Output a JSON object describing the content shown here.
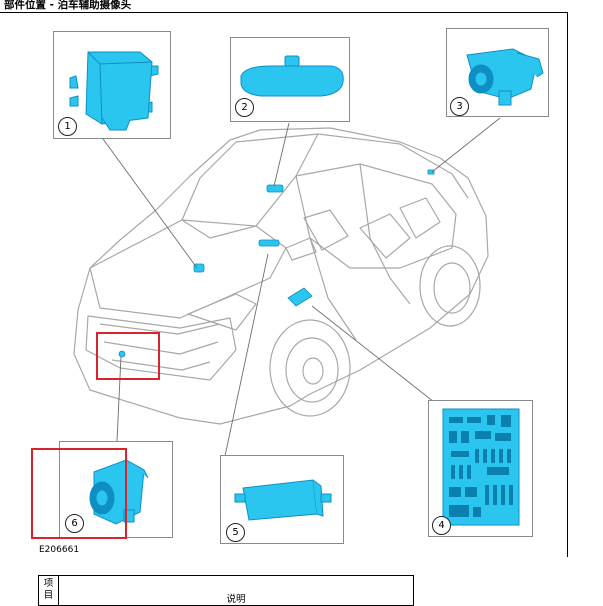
{
  "page": {
    "title": "部件位置 - 泊车辅助摄像头",
    "figure_id": "E206661"
  },
  "callouts": [
    {
      "number": "1",
      "component": "module-box"
    },
    {
      "number": "2",
      "component": "rearview-mirror"
    },
    {
      "number": "3",
      "component": "rear-camera"
    },
    {
      "number": "4",
      "component": "fuse-junction-box"
    },
    {
      "number": "5",
      "component": "bracket-module"
    },
    {
      "number": "6",
      "component": "front-camera",
      "highlighted": true
    }
  ],
  "colors": {
    "part_fill": "#2bc6ef",
    "part_dark": "#0e8fc4",
    "highlight": "#d9232e",
    "car_line": "#9a9a9a"
  },
  "table": {
    "col1_header": "项目",
    "col2_header": "说明"
  }
}
